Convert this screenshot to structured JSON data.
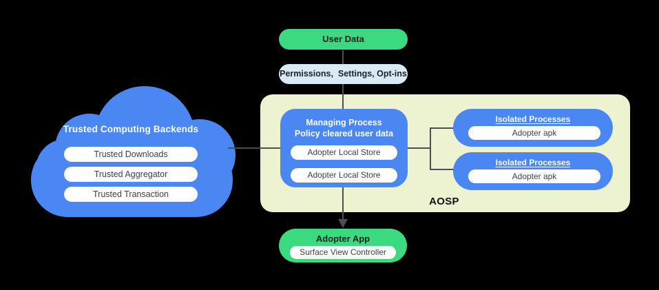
{
  "colors": {
    "blue": "#4a87f3",
    "green": "#3bd980",
    "light_blue": "#d7eaf8",
    "panel": "#edf2d1",
    "line": "#4b4f54",
    "dark_text": "#202124",
    "pill_text": "#3c4043"
  },
  "cloud": {
    "title": "Trusted Computing Backends",
    "items": [
      "Trusted Downloads",
      "Trusted Aggregator",
      "Trusted Transaction"
    ]
  },
  "nodes": {
    "user_data": {
      "label": "User Data"
    },
    "permissions": {
      "label": "Permissions,  Settings, Opt-ins"
    }
  },
  "aosp": {
    "label": "AOSP",
    "managing_process": {
      "title_line1": "Managing Process",
      "title_line2": "Policy cleared user data",
      "stores": [
        "Adopter Local Store",
        "Adopter Local Store"
      ]
    },
    "isolated_processes": [
      {
        "title": "Isolated Processes",
        "item": "Adopter apk"
      },
      {
        "title": "Isolated Processes",
        "item": "Adopter apk"
      }
    ]
  },
  "adopter_app": {
    "title": "Adopter App",
    "item": "Surface View Controller"
  }
}
